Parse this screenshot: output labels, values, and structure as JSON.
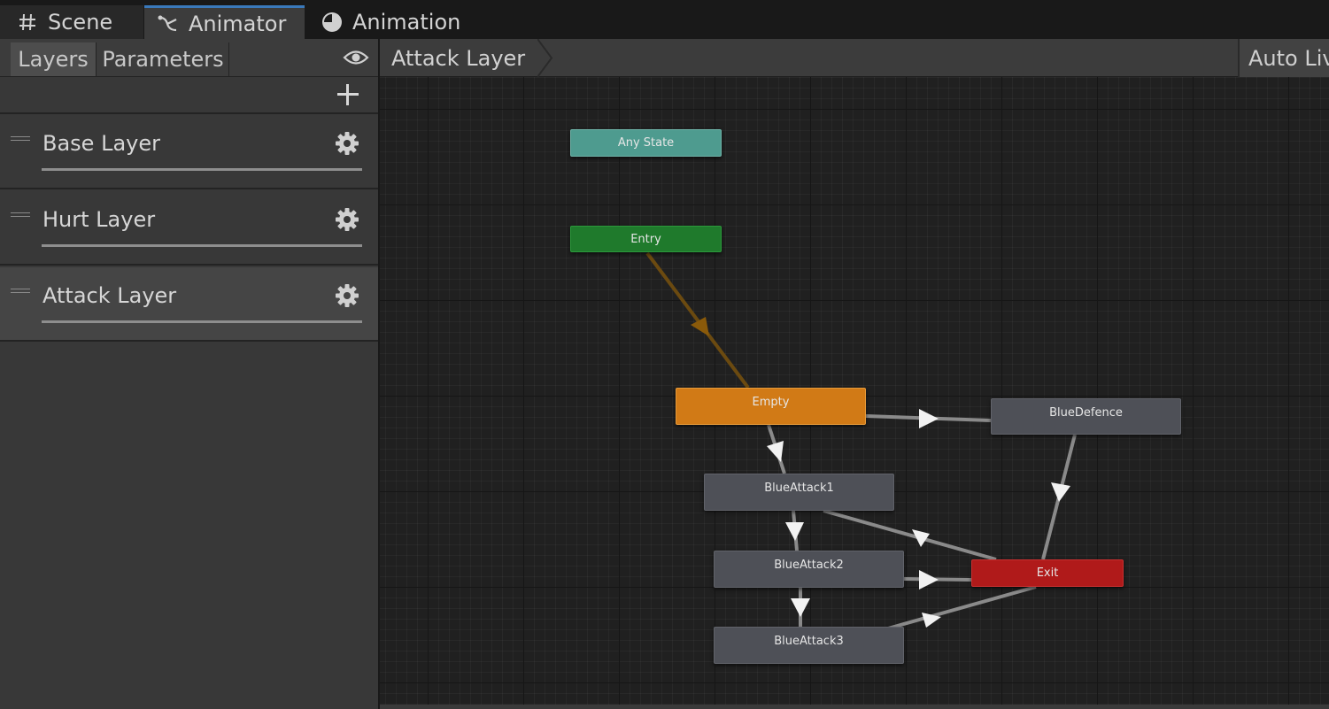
{
  "tabs": {
    "scene": "Scene",
    "animator": "Animator",
    "animation": "Animation",
    "scene_icon": "grid-icon",
    "animator_icon": "state-machine-icon",
    "animation_icon": "clock-icon"
  },
  "left_panel": {
    "layers_tab": "Layers",
    "parameters_tab": "Parameters",
    "eye_icon": "eye-icon",
    "add_icon": "plus-icon",
    "layers": [
      {
        "name": "Base Layer",
        "selected": false
      },
      {
        "name": "Hurt Layer",
        "selected": false
      },
      {
        "name": "Attack Layer",
        "selected": true
      }
    ]
  },
  "graph": {
    "breadcrumb": "Attack Layer",
    "auto_live": "Auto Liv",
    "nodes": {
      "any_state": "Any State",
      "entry": "Entry",
      "empty": "Empty",
      "blue_defence": "BlueDefence",
      "blue_attack1": "BlueAttack1",
      "blue_attack2": "BlueAttack2",
      "blue_attack3": "BlueAttack3",
      "exit": "Exit"
    },
    "colors": {
      "any_state": "#4e9b8f",
      "entry": "#1f7a2c",
      "default_state": "#d17a16",
      "state": "#4e5057",
      "exit": "#b01a1a",
      "default_transition": "#7a5510",
      "transition": "#9a9a9a"
    }
  }
}
